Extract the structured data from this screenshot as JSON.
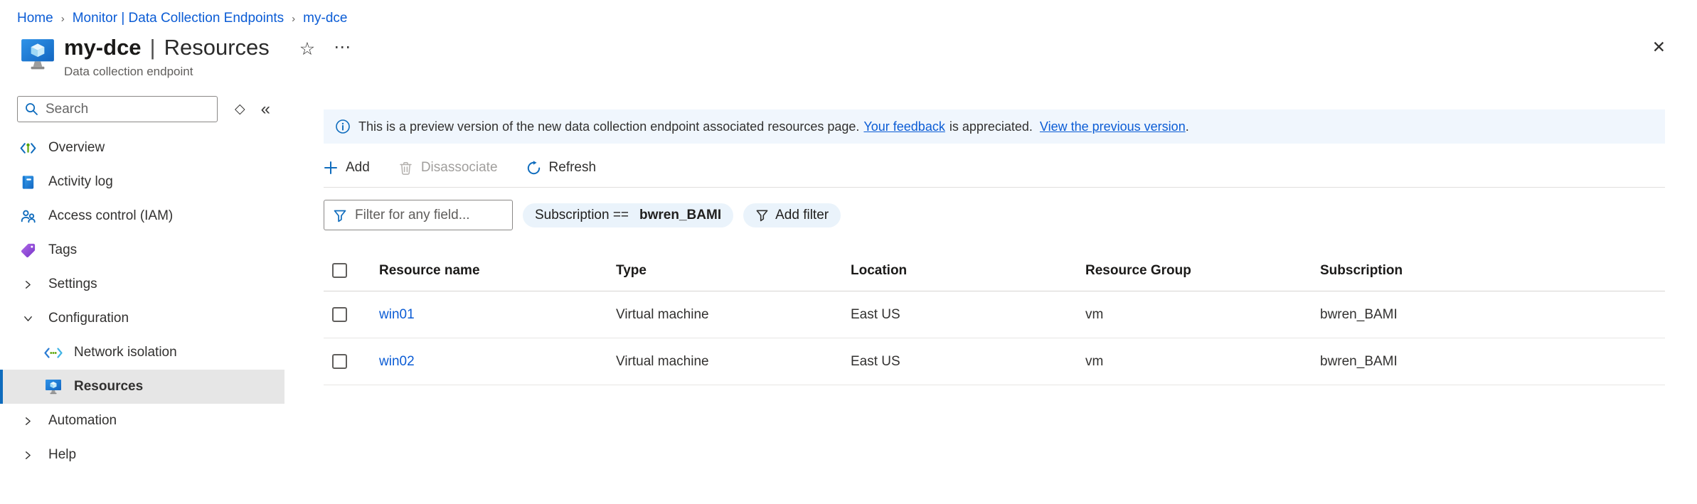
{
  "breadcrumb": {
    "home": "Home",
    "monitor": "Monitor | Data Collection Endpoints",
    "current": "my-dce",
    "separator": "›"
  },
  "header": {
    "name": "my-dce",
    "pipe": "|",
    "section": "Resources",
    "subtitle": "Data collection endpoint",
    "star_glyph": "☆",
    "more_glyph": "⋯",
    "close_glyph": "✕"
  },
  "sidebar": {
    "search_placeholder": "Search",
    "diamond_glyph": "◇",
    "collapse_glyph": "«",
    "items": [
      {
        "label": "Overview"
      },
      {
        "label": "Activity log"
      },
      {
        "label": "Access control (IAM)"
      },
      {
        "label": "Tags"
      },
      {
        "label": "Settings"
      },
      {
        "label": "Configuration"
      },
      {
        "label": "Network isolation"
      },
      {
        "label": "Resources"
      },
      {
        "label": "Automation"
      },
      {
        "label": "Help"
      }
    ]
  },
  "banner": {
    "intro": "This is a preview version of the new data collection endpoint associated resources page.",
    "feedback_link": "Your feedback",
    "middle": "is appreciated.",
    "previous_link": "View the previous version",
    "period": "."
  },
  "toolbar": {
    "add": "Add",
    "disassociate": "Disassociate",
    "refresh": "Refresh"
  },
  "filters": {
    "placeholder": "Filter for any field...",
    "subscription_label": "Subscription ==",
    "subscription_value": "bwren_BAMI",
    "add_filter": "Add filter"
  },
  "table": {
    "columns": [
      "Resource name",
      "Type",
      "Location",
      "Resource Group",
      "Subscription"
    ],
    "rows": [
      {
        "name": "win01",
        "type": "Virtual machine",
        "location": "East US",
        "resource_group": "vm",
        "subscription": "bwren_BAMI"
      },
      {
        "name": "win02",
        "type": "Virtual machine",
        "location": "East US",
        "resource_group": "vm",
        "subscription": "bwren_BAMI"
      }
    ]
  },
  "colors": {
    "accent_blue": "#0f6cbd",
    "link_blue": "#0b5cd5",
    "banner_bg": "#f0f6fd",
    "selected_bg": "#e6e6e6",
    "disabled_gray": "#a19f9d",
    "tag_purple": "#8b4fd8",
    "dot_green": "#57a300"
  }
}
